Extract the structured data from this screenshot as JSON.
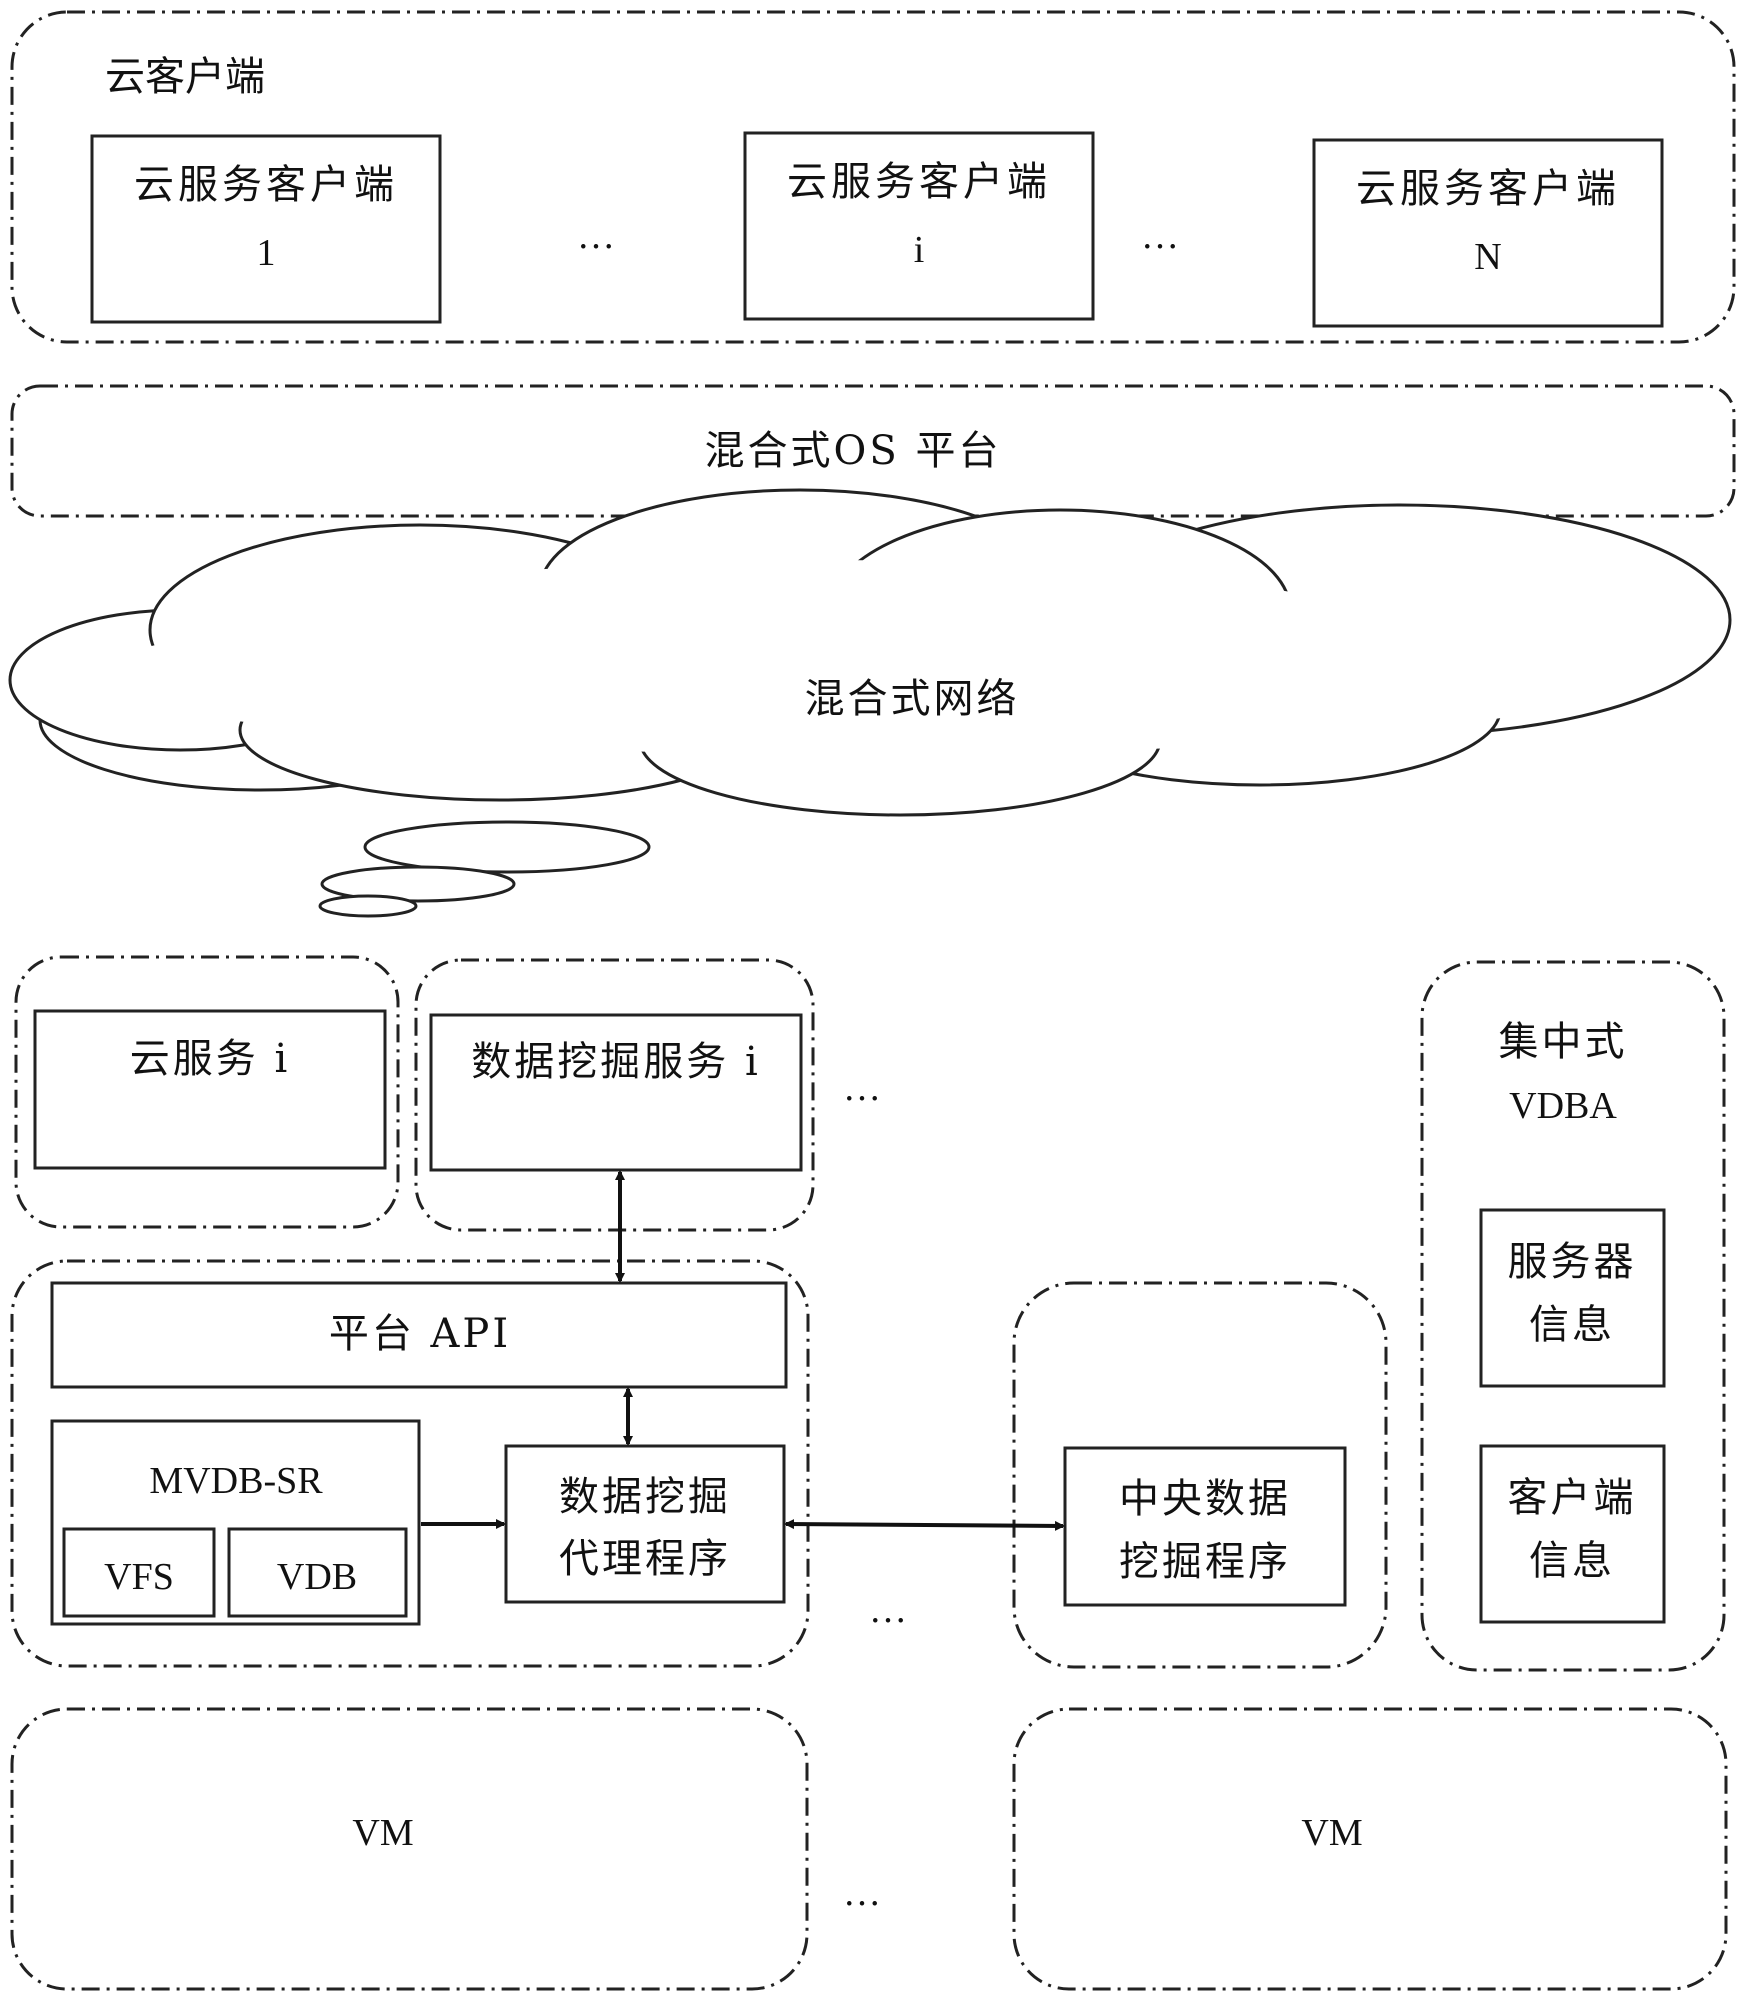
{
  "cloud_client": {
    "title": "云客户端",
    "clients": [
      {
        "name": "云服务客户端",
        "index": "1"
      },
      {
        "name": "云服务客户端",
        "index": "i"
      },
      {
        "name": "云服务客户端",
        "index": "N"
      }
    ],
    "ellipsis": "…"
  },
  "hybrid_os": {
    "label": "混合式OS 平台"
  },
  "hybrid_network": {
    "label": "混合式网络"
  },
  "cloud_service": {
    "label": "云服务 i"
  },
  "data_mining_service": {
    "label": "数据挖掘服务 i"
  },
  "platform_api": {
    "label": "平台 API"
  },
  "mvdb": {
    "label": "MVDB-SR",
    "vfs": "VFS",
    "vdb": "VDB"
  },
  "mining_agent": {
    "line1": "数据挖掘",
    "line2": "代理程序"
  },
  "central_mining": {
    "line1": "中央数据",
    "line2": "挖掘程序"
  },
  "vdba": {
    "line1": "集中式",
    "line2": "VDBA",
    "server_info": {
      "line1": "服务器",
      "line2": "信息"
    },
    "client_info": {
      "line1": "客户端",
      "line2": "信息"
    }
  },
  "vm": {
    "left": "VM",
    "right": "VM"
  },
  "ellipsis": "…"
}
